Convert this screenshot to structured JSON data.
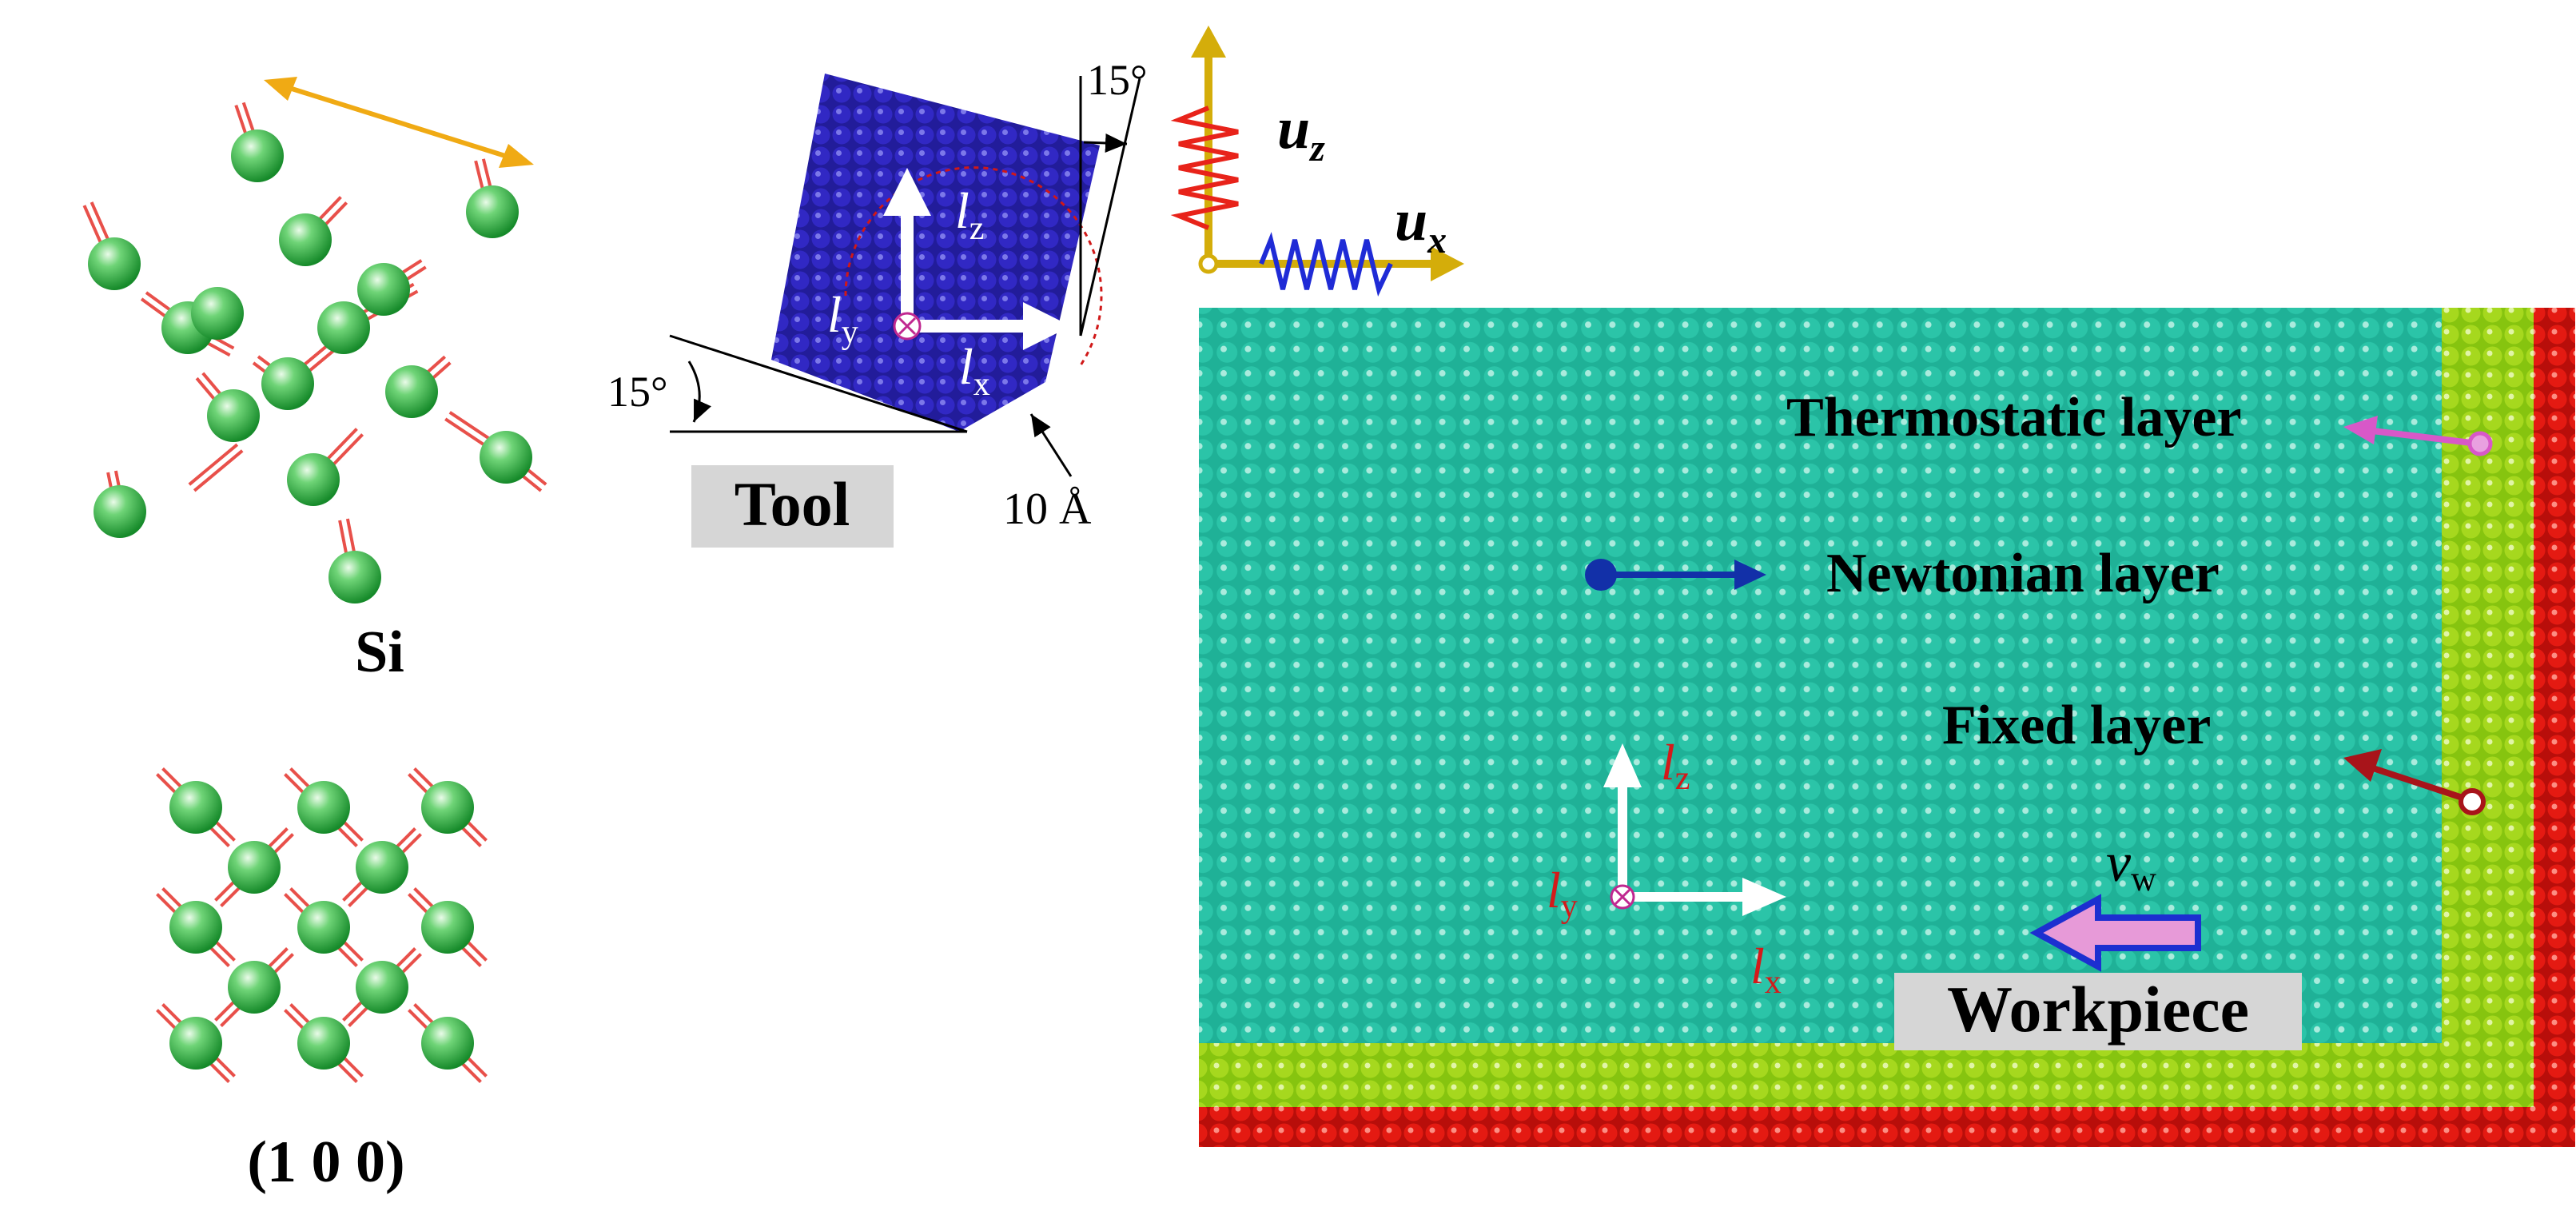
{
  "labels": {
    "si": "Si",
    "plane": "(1 0 0)",
    "tool": "Tool",
    "angle_top": "15°",
    "angle_left": "15°",
    "radius": "10 Å",
    "uz_main": "u",
    "uz_sub": "z",
    "ux_main": "u",
    "ux_sub": "x",
    "thermostatic": "Thermostatic layer",
    "newtonian": "Newtonian layer",
    "fixed": "Fixed layer",
    "workpiece": "Workpiece",
    "vw_main": "v",
    "vw_sub": "w",
    "tool_lz_main": "l",
    "tool_lz_sub": "z",
    "tool_ly_main": "l",
    "tool_ly_sub": "y",
    "tool_lx_main": "l",
    "tool_lx_sub": "x",
    "wp_lz_main": "l",
    "wp_lz_sub": "z",
    "wp_ly_main": "l",
    "wp_ly_sub": "y",
    "wp_lx_main": "l",
    "wp_lx_sub": "x"
  },
  "colors": {
    "newtonian_atom": "#2bc4a8",
    "thermostatic_atom": "#9fd419",
    "fixed_atom": "#e0150f",
    "tool_atom": "#2b22b8",
    "si_atom": "#3fbf4f",
    "bond": "#e8504a",
    "spring_z": "#e8231a",
    "spring_x": "#1f2bd6",
    "axis_gold": "#d4ad0a",
    "lattice_arrow": "#f0aa14",
    "thermo_pointer": "#d858c8",
    "newton_pointer": "#1230a8",
    "fixed_pointer": "#a8141a",
    "velocity_arrow_fill": "#e79ad8",
    "velocity_arrow_stroke": "#1c2fd0",
    "label_box": "#d6d6d6"
  },
  "icons": {
    "lattice_arrow": "double-headed-arrow",
    "out_of_plane": "circled-cross-icon",
    "velocity": "left-arrow-icon"
  }
}
